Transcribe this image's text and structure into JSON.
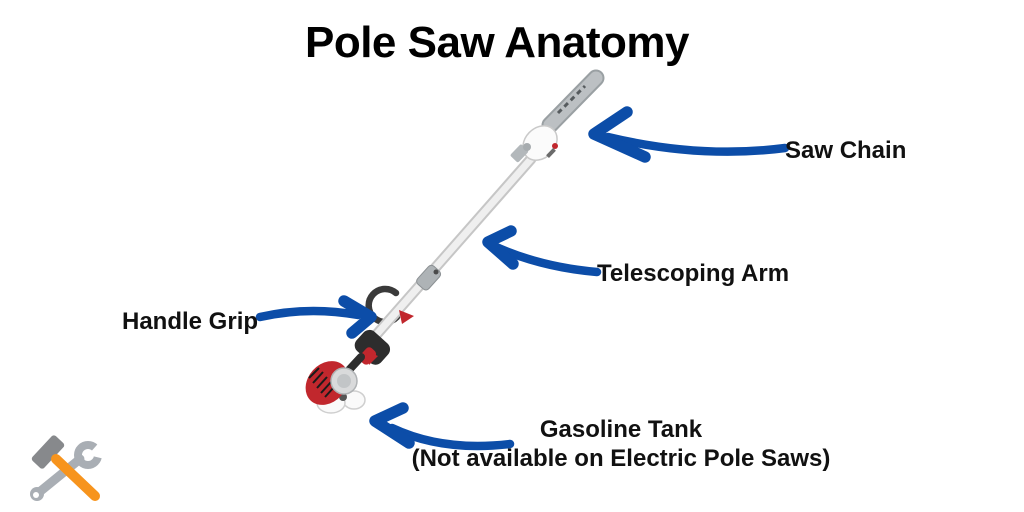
{
  "title": "Pole Saw Anatomy",
  "labels": {
    "saw_chain": "Saw Chain",
    "telescoping_arm": "Telescoping Arm",
    "handle_grip": "Handle Grip",
    "gasoline_tank_line1": "Gasoline Tank",
    "gasoline_tank_line2": "(Not available on Electric Pole Saws)"
  },
  "icons": {
    "tools_icon": "hammer-and-wrench"
  },
  "colors": {
    "background": "#ffffff",
    "text_black": "#111111",
    "arrow_blue": "#0c4da8",
    "engine_red": "#c1272d",
    "icon_orange": "#f7941d",
    "icon_gray": "#a9aeb4",
    "hammer_head_gray": "#87898c",
    "bar_gray": "#bcc0c3",
    "shaft_light": "#efefef",
    "shaft_edge": "#c6c6c6",
    "handle_black": "#3a3a3a"
  }
}
